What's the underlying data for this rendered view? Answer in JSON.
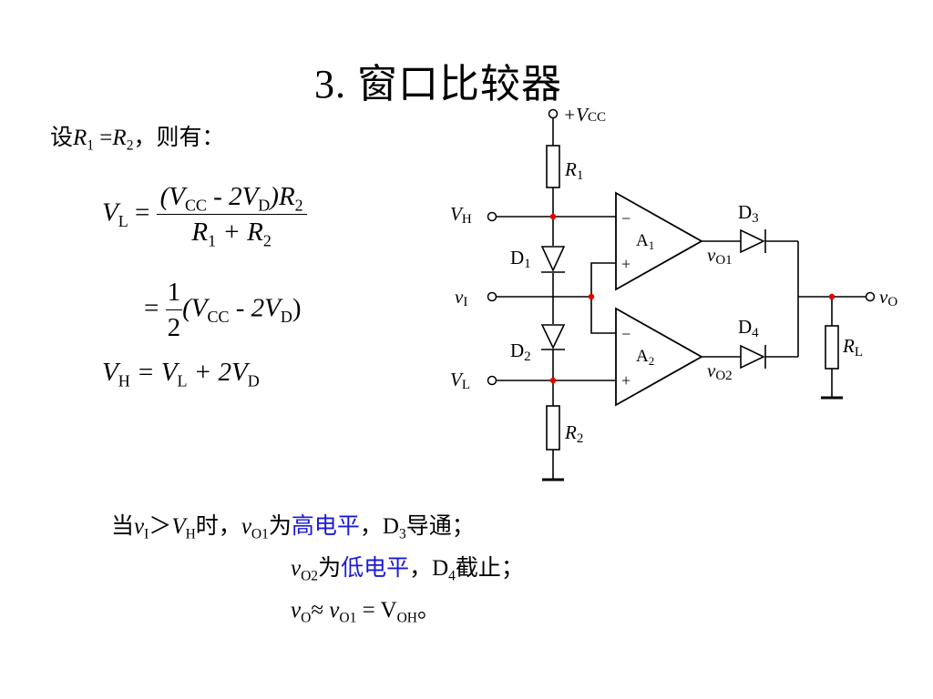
{
  "slide": {
    "title": "3.  窗口比较器",
    "setup": {
      "prefix": "设",
      "r1": "R",
      "r1_sub": "1",
      "eq": " =",
      "r2": "R",
      "r2_sub": "2",
      "suffix": "，则有："
    },
    "formulas": {
      "vl_lhs": "V",
      "vl_lhs_sub": "L",
      "equals": " = ",
      "num_open": "(V",
      "num_cc": "CC",
      "num_minus": " - 2V",
      "num_d": "D",
      "num_close": ")R",
      "num_r2_sub": "2",
      "den_r1": "R",
      "den_r1_sub": "1",
      "den_plus": " + R",
      "den_r2_sub": "2",
      "half_eq": "= ",
      "half_num": "1",
      "half_den": "2",
      "half_open": "(V",
      "half_cc": "CC",
      "half_minus": " - 2V",
      "half_d": "D",
      "half_close": ")",
      "vh_lhs": "V",
      "vh_lhs_sub": "H",
      "vh_eq": " = V",
      "vh_l_sub": "L",
      "vh_plus": " + 2V",
      "vh_d_sub": "D"
    },
    "bottom": {
      "l1_when": "当",
      "l1_vi": "v",
      "l1_vi_sub": "I",
      "l1_gt": "＞",
      "l1_vh": "V",
      "l1_vh_sub": "H",
      "l1_time": "时，",
      "l1_vo1": "v",
      "l1_vo1_sub": "O1",
      "l1_is": "为",
      "l1_high": "高电平",
      "l1_comma": "，",
      "l1_d": "D",
      "l1_d_sub": "3",
      "l1_conduct": "导通；",
      "l2_vo2": "v",
      "l2_vo2_sub": "O2",
      "l2_is": "为",
      "l2_low": "低电平",
      "l2_comma": "，",
      "l2_d": "D",
      "l2_d_sub": "4",
      "l2_cut": "截止；",
      "l3_vo": "v",
      "l3_vo_sub": "O",
      "l3_approx": "≈ ",
      "l3_vo1": "v",
      "l3_vo1_sub": "O1",
      "l3_eq": " = V",
      "l3_oh_sub": "OH",
      "l3_end": "。"
    }
  },
  "circuit": {
    "vcc_main": "+V",
    "vcc_sub": "CC",
    "r1_main": "R",
    "r1_sub": "1",
    "r2_main": "R",
    "r2_sub": "2",
    "rl_main": "R",
    "rl_sub": "L",
    "vh_main": "V",
    "vh_sub": "H",
    "vi_main": "v",
    "vi_sub": "I",
    "vl_main": "V",
    "vl_sub": "L",
    "d1_main": "D",
    "d1_sub": "1",
    "d2_main": "D",
    "d2_sub": "2",
    "d3_main": "D",
    "d3_sub": "3",
    "d4_main": "D",
    "d4_sub": "4",
    "a1_main": "A",
    "a1_sub": "1",
    "a2_main": "A",
    "a2_sub": "2",
    "vo1_main": "v",
    "vo1_sub": "O1",
    "vo2_main": "v",
    "vo2_sub": "O2",
    "vo_main": "v",
    "vo_sub": "O",
    "minus": "−",
    "plus": "+"
  },
  "colors": {
    "highlight": "#1a1ad6",
    "junction": "#e00000"
  }
}
